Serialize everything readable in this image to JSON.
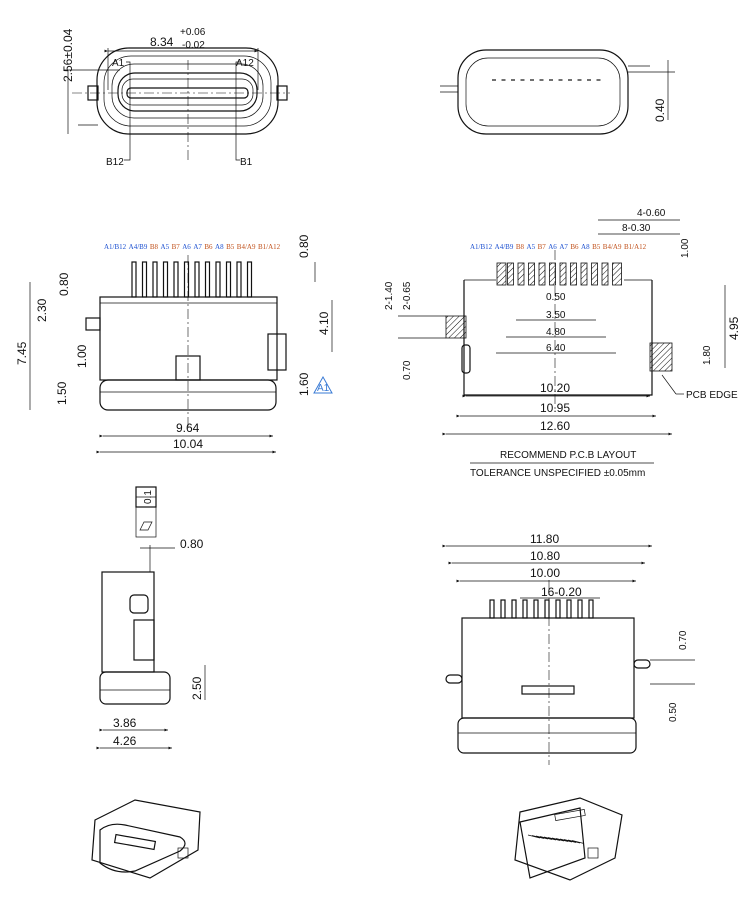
{
  "colors": {
    "line": "#111111",
    "pin_label_a": "#1a4fd0",
    "pin_label_b": "#c0501a",
    "marker": "#3a7bd5"
  },
  "front_view": {
    "width_dim": "8.34",
    "width_tol_plus": "+0.06",
    "width_tol_minus": "-0.02",
    "height_dim": "2.56±0.04",
    "pin_a1": "A1",
    "pin_a12": "A12",
    "pin_b12": "B12",
    "pin_b1": "B1"
  },
  "rear_view": {
    "dim": "0.40"
  },
  "top_view": {
    "pin_labels": [
      "A1/B12",
      "A4/B9",
      "B8",
      "A5",
      "B7",
      "A6",
      "A7",
      "B6",
      "A8",
      "B5",
      "B4/A9",
      "B1/A12"
    ],
    "dims": {
      "pin_len": "0.80",
      "d230": "2.30",
      "d080": "0.80",
      "d745": "7.45",
      "d410": "4.10",
      "d100": "1.00",
      "d160": "1.60",
      "d150": "1.50",
      "d964": "9.64",
      "d1004": "10.04"
    },
    "marker": "A1"
  },
  "pcb_layout": {
    "pin_labels": [
      "A1/B12",
      "A4/B9",
      "B8",
      "A5",
      "B7",
      "A6",
      "A7",
      "B6",
      "A8",
      "B5",
      "B4/A9",
      "B1/A12"
    ],
    "dims": {
      "d4_060": "4-0.60",
      "d8_030": "8-0.30",
      "d100": "1.00",
      "d2_140": "2-1.40",
      "d2_065": "2-0.65",
      "d050": "0.50",
      "d350": "3.50",
      "d480": "4.80",
      "d640": "6.40",
      "d070": "0.70",
      "d495": "4.95",
      "d180": "1.80",
      "d1020": "10.20",
      "d1095": "10.95",
      "d1260": "12.60"
    },
    "pcb_edge": "PCB EDGE",
    "title": "RECOMMEND P.C.B LAYOUT",
    "tolerance": "TOLERANCE UNSPECIFIED ±0.05mm"
  },
  "side_view": {
    "flatness": "0.1",
    "d080": "0.80",
    "d250": "2.50",
    "d386": "3.86",
    "d426": "4.26"
  },
  "bottom_view": {
    "d1180": "11.80",
    "d1080": "10.80",
    "d1000": "10.00",
    "d16_020": "16-0.20",
    "d070": "0.70",
    "d050": "0.50"
  }
}
